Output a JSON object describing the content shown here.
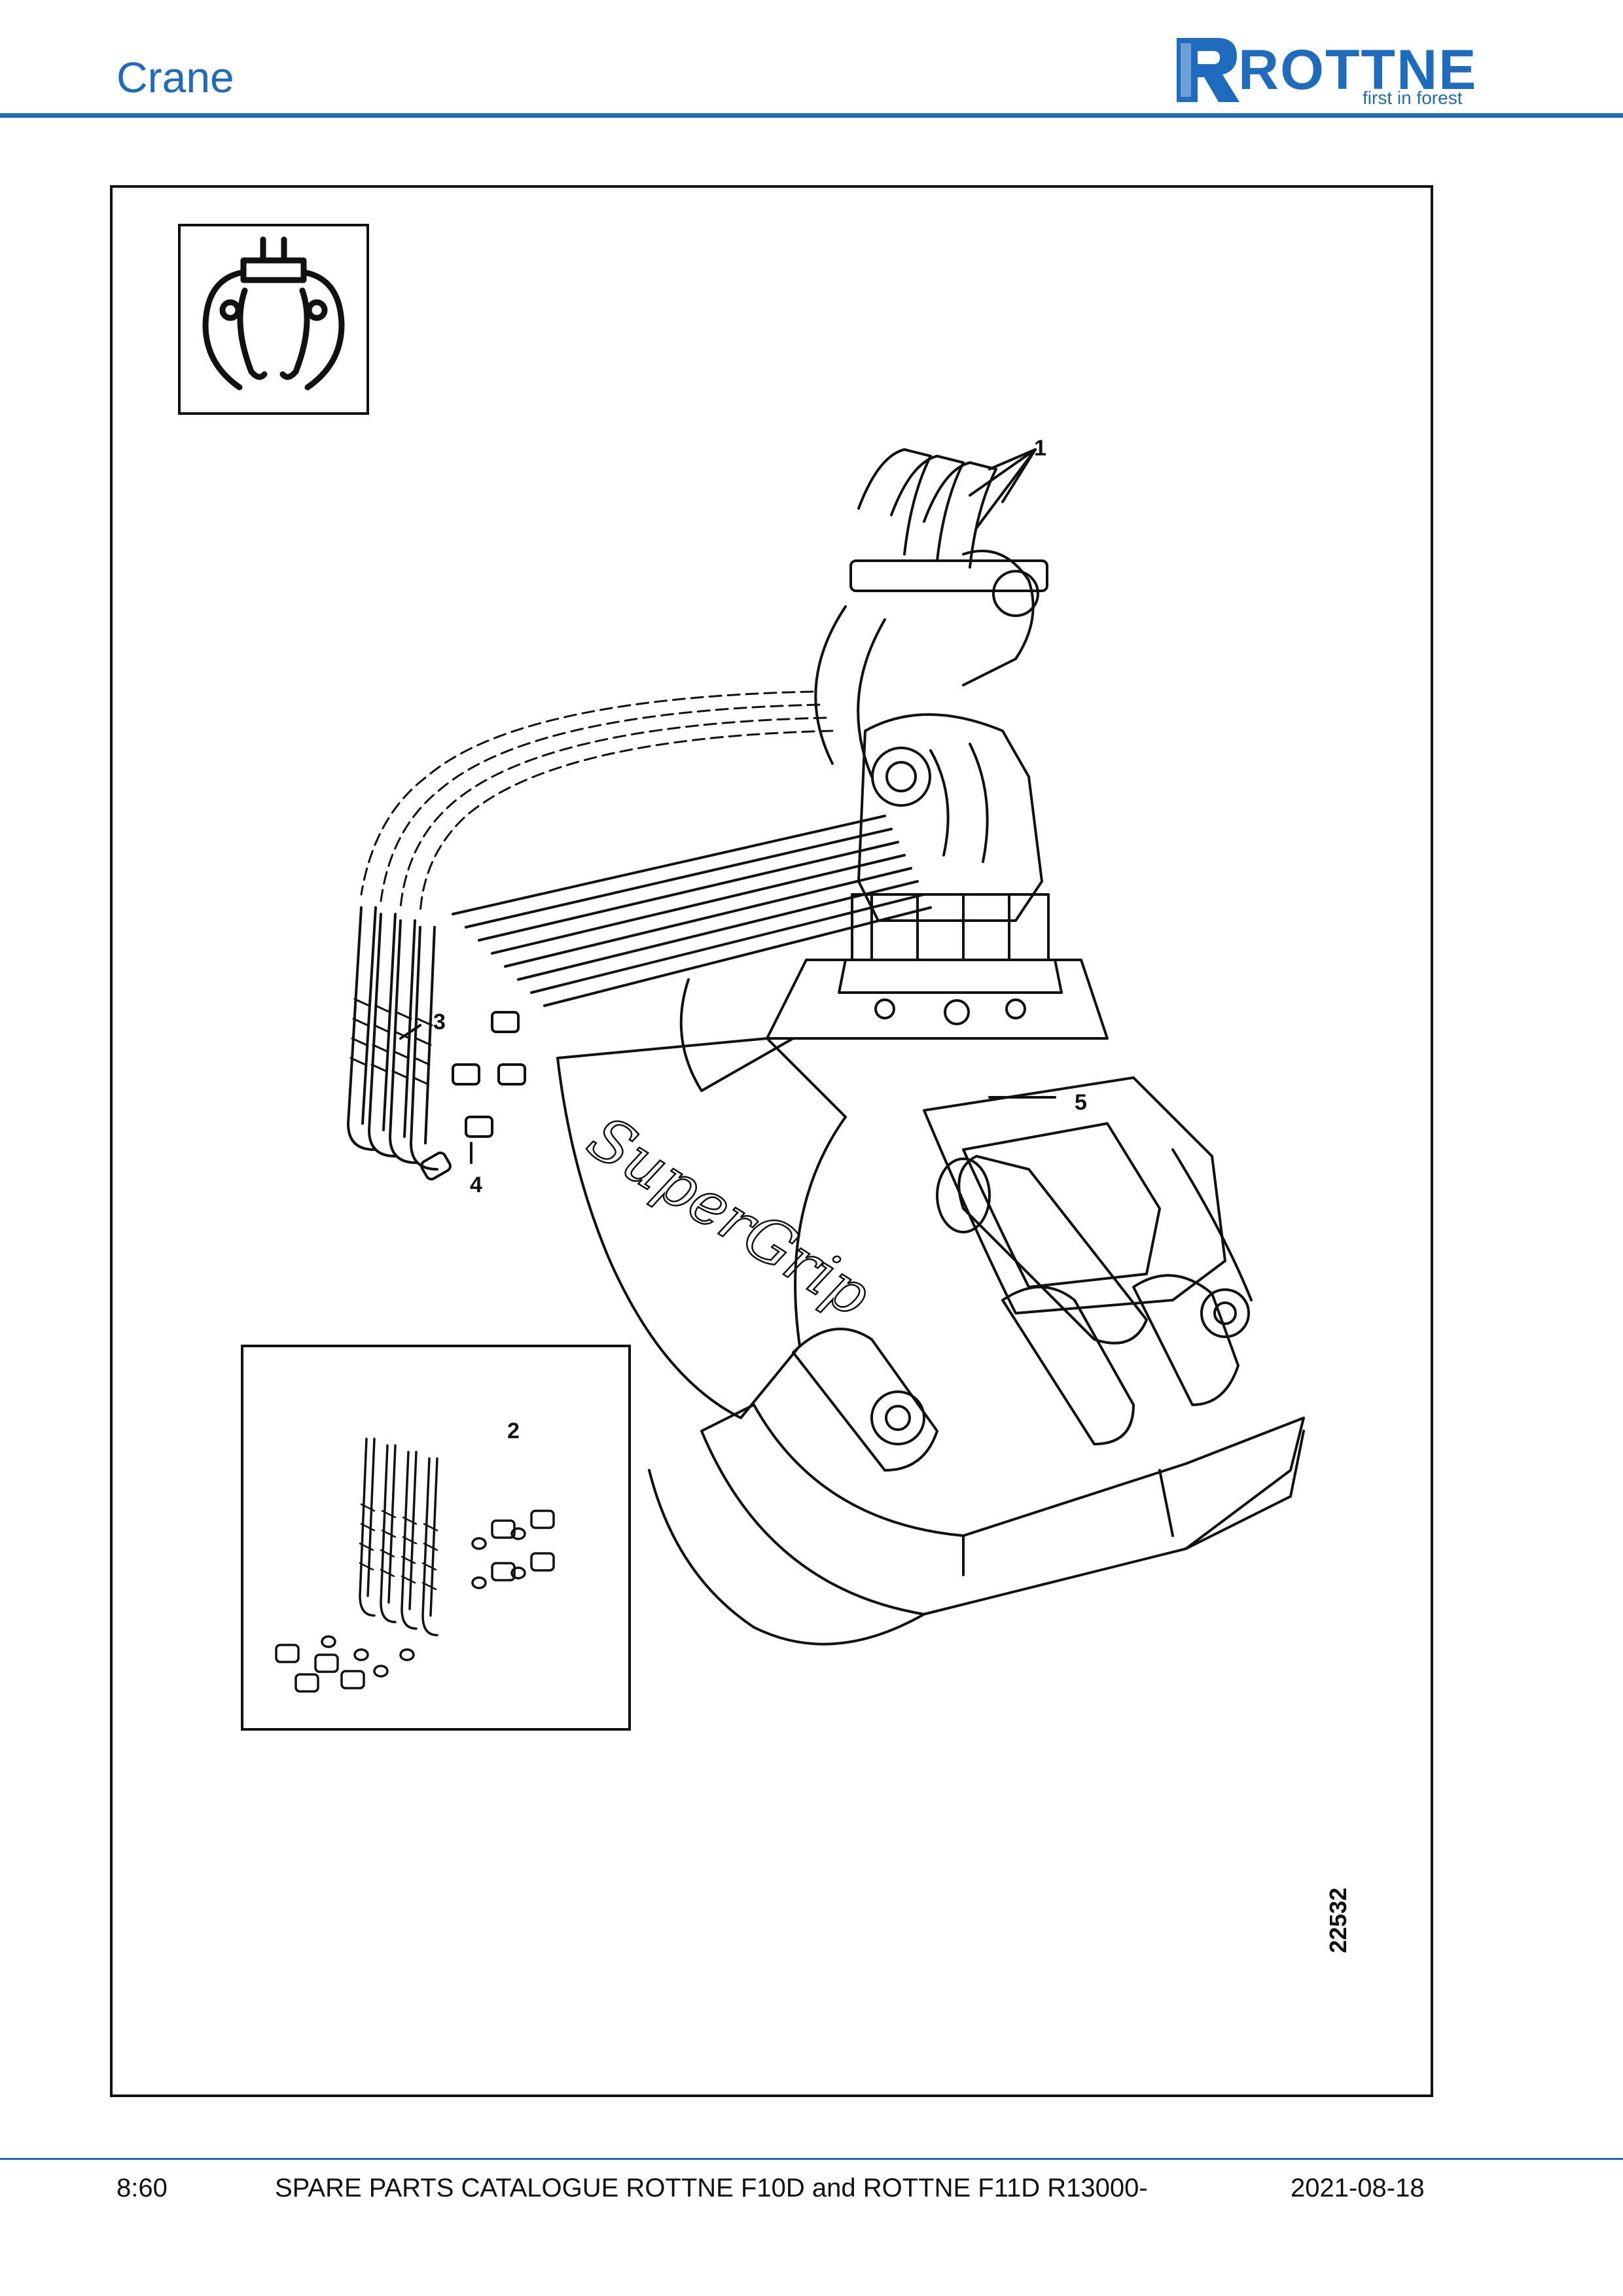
{
  "header": {
    "title": "Crane",
    "logo_word": "ROTTNE",
    "logo_tagline": "first in forest"
  },
  "figure": {
    "callouts": [
      "1",
      "2",
      "3",
      "4",
      "5"
    ],
    "drawing_number": "22532",
    "icon": "grapple-icon",
    "script_text": "SuperGrip"
  },
  "footer": {
    "page": "8:60",
    "catalogue": "SPARE PARTS CATALOGUE ROTTNE F10D and ROTTNE F11D R13000-",
    "date": "2021-08-18"
  },
  "colors": {
    "brand_blue": "#1f6bbd",
    "line": "#111111"
  }
}
